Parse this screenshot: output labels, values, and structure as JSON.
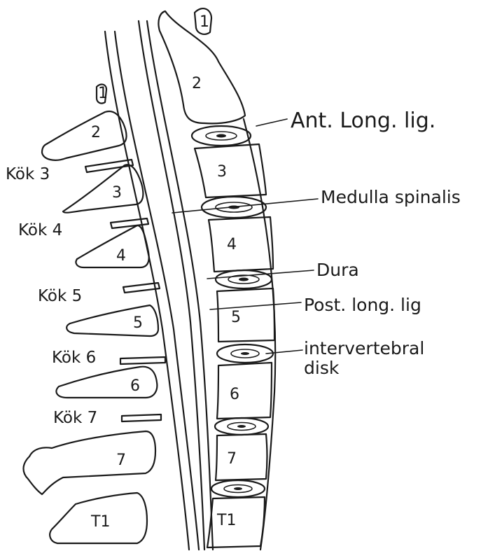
{
  "annotations": {
    "ant_long_lig": "Ant. Long. lig.",
    "medulla_spinalis": "Medulla spinalis",
    "dura": "Dura",
    "post_long_lig": "Post. long. lig",
    "intervertebral_line1": "intervertebral",
    "intervertebral_line2": "disk"
  },
  "roots": {
    "kok3": "Kök 3",
    "kok4": "Kök 4",
    "kok5": "Kök 5",
    "kok6": "Kök 6",
    "kok7": "Kök 7"
  },
  "vertebral_bodies": {
    "c1": "1",
    "c2": "2",
    "c3": "3",
    "c4": "4",
    "c5": "5",
    "c6": "6",
    "c7": "7",
    "t1": "T1"
  },
  "spinous_processes": {
    "c1": "1",
    "c2": "2",
    "c3": "3",
    "c4": "4",
    "c5": "5",
    "c6": "6",
    "c7": "7",
    "t1": "T1"
  }
}
